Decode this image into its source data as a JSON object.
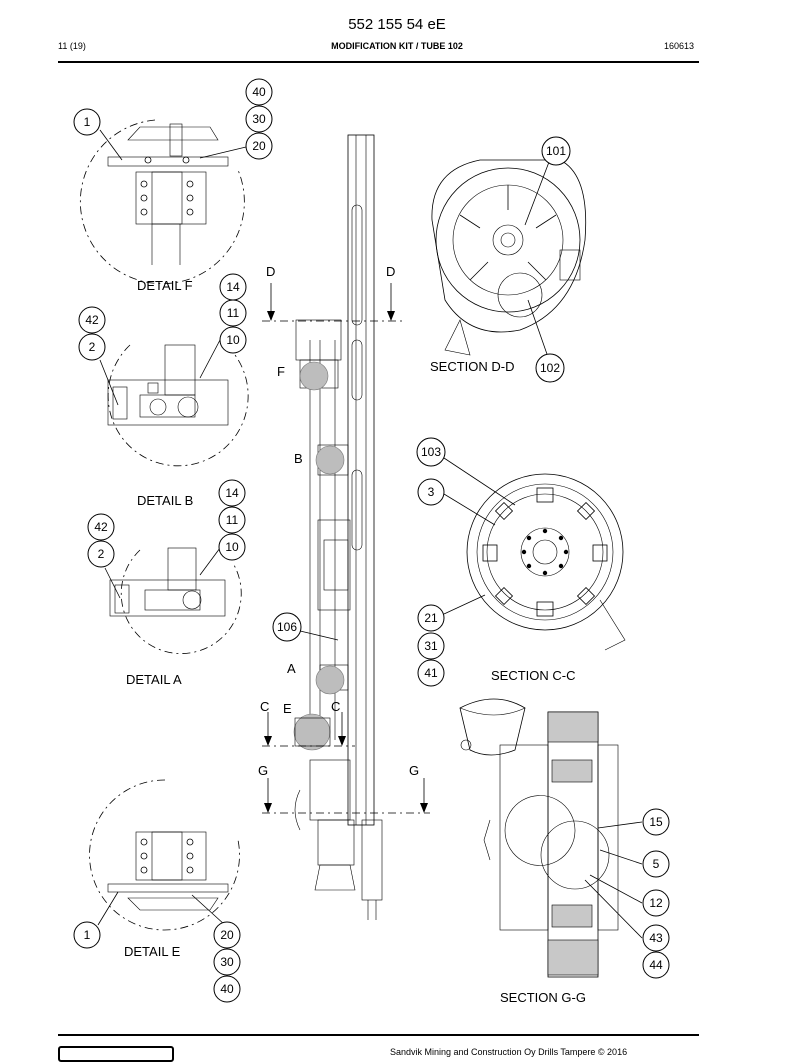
{
  "header": {
    "doc_number": "552 155 54 eE",
    "page": "11 (19)",
    "title": "MODIFICATION KIT / TUBE 102",
    "date": "160613"
  },
  "detail_labels": {
    "detail_f": "DETAIL F",
    "detail_b": "DETAIL B",
    "detail_a": "DETAIL A",
    "detail_e": "DETAIL E",
    "section_dd": "SECTION D-D",
    "section_cc": "SECTION C-C",
    "section_gg": "SECTION G-G"
  },
  "view_letters": {
    "d_left": "D",
    "d_right": "D",
    "f": "F",
    "b": "B",
    "a": "A",
    "c_left": "C",
    "e": "E",
    "c_right": "C",
    "g_left": "G",
    "g_right": "G"
  },
  "callouts": {
    "f_40": "40",
    "f_30": "30",
    "f_20": "20",
    "f_1": "1",
    "dd_101": "101",
    "dd_102": "102",
    "b_14": "14",
    "b_11": "11",
    "b_10": "10",
    "b_42": "42",
    "b_2": "2",
    "a_14": "14",
    "a_11": "11",
    "a_10": "10",
    "a_42": "42",
    "a_2": "2",
    "cc_103": "103",
    "cc_3": "3",
    "cc_21": "21",
    "cc_31": "31",
    "cc_41": "41",
    "m_106": "106",
    "gg_15": "15",
    "gg_5": "5",
    "gg_12": "12",
    "gg_43": "43",
    "gg_44": "44",
    "e_1": "1",
    "e_20": "20",
    "e_30": "30",
    "e_40": "40"
  },
  "footer": {
    "copyright": "Sandvik Mining and Construction Oy Drills Tampere © 2016"
  }
}
